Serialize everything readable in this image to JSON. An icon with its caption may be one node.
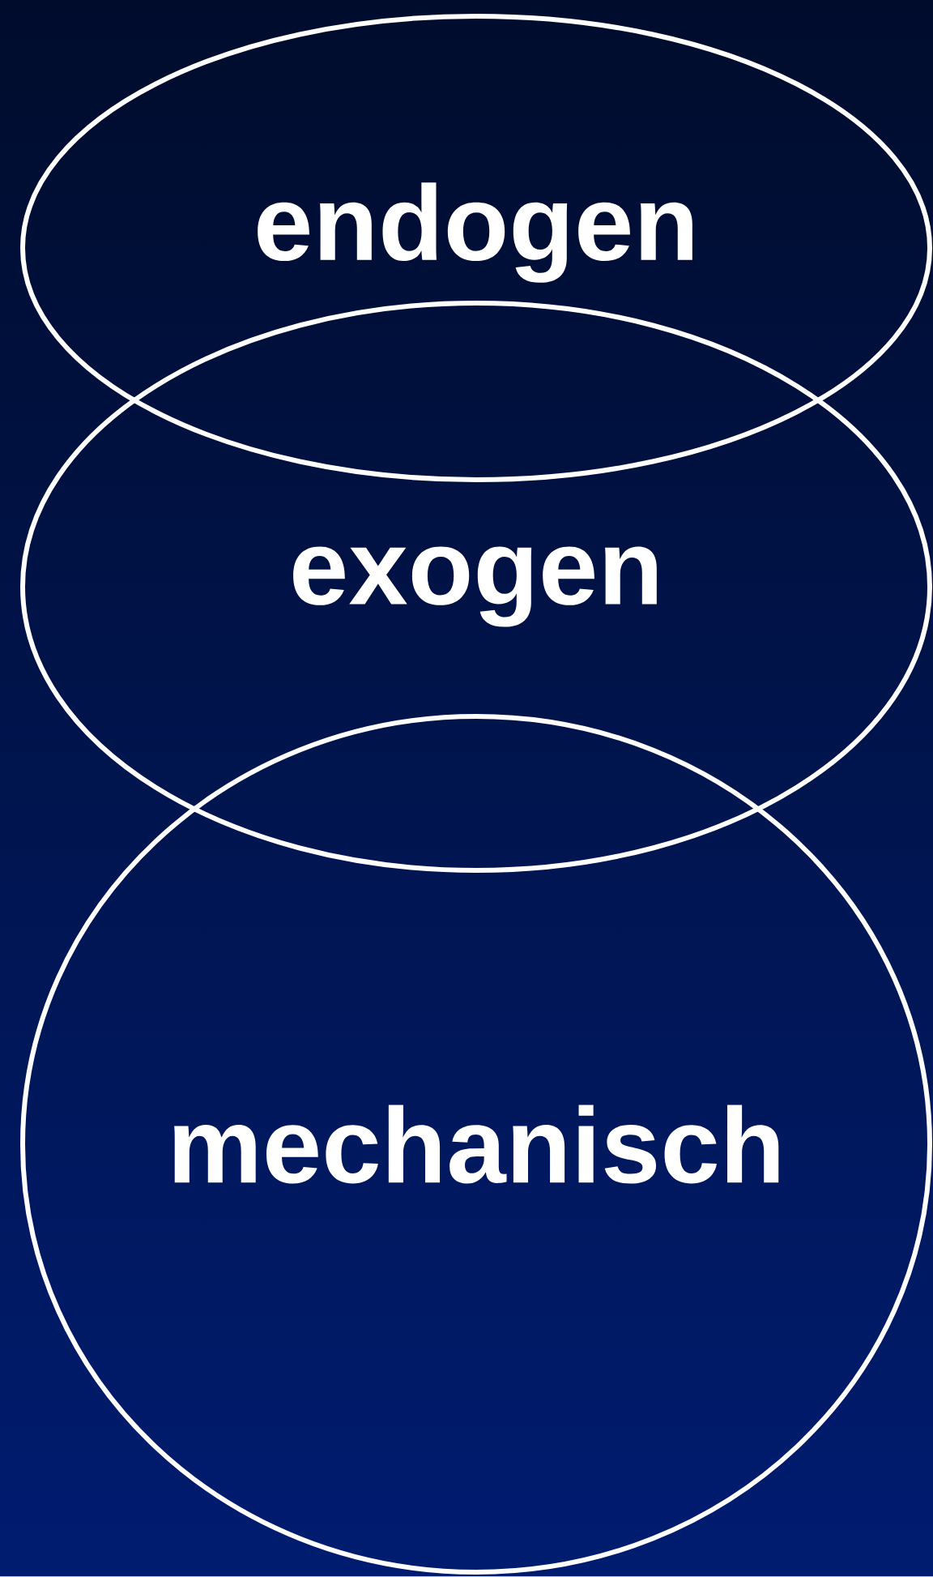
{
  "diagram": {
    "nodes": [
      {
        "text": [
          "endogen"
        ]
      },
      {
        "text": [
          "exogen"
        ]
      },
      {
        "text": [
          "mechanisch"
        ]
      }
    ]
  }
}
